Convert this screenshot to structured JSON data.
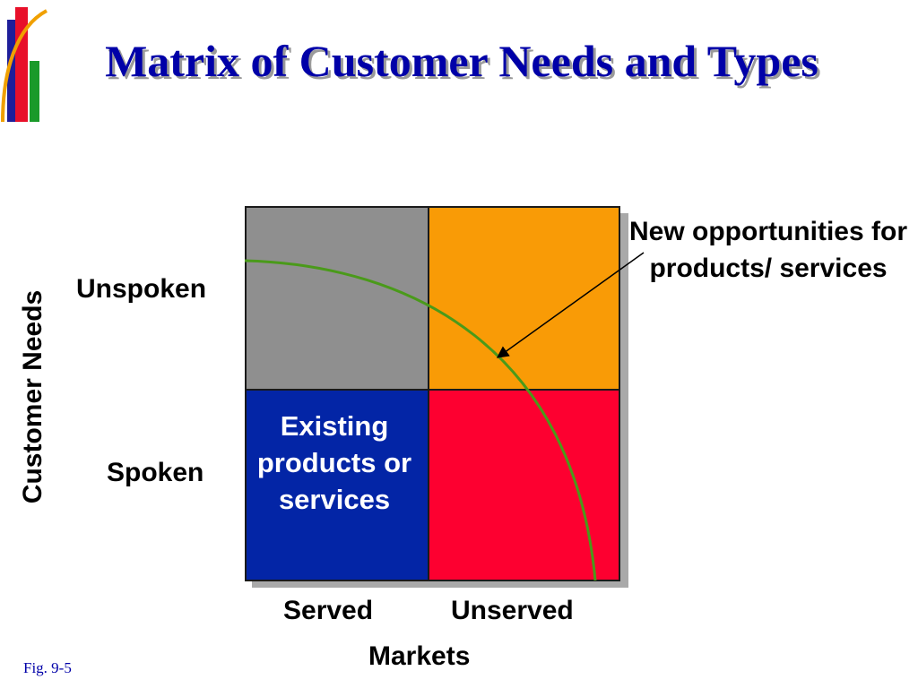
{
  "title": "Matrix of Customer Needs and Types",
  "y_axis_title": "Customer Needs",
  "x_axis_title": "Markets",
  "rows": [
    "Unspoken",
    "Spoken"
  ],
  "columns": [
    "Served",
    "Unserved"
  ],
  "cells": {
    "unspoken_served": {
      "color": "#8f8f8f"
    },
    "unspoken_unserved": {
      "color": "#f99b06"
    },
    "spoken_served": {
      "color": "#0325a6",
      "text": "Existing products or services"
    },
    "spoken_unserved": {
      "color": "#fd0030"
    }
  },
  "callout": "New opportunities for products/ services",
  "curve_color": "#4a9a1a",
  "figure_label": "Fig. 9-5"
}
